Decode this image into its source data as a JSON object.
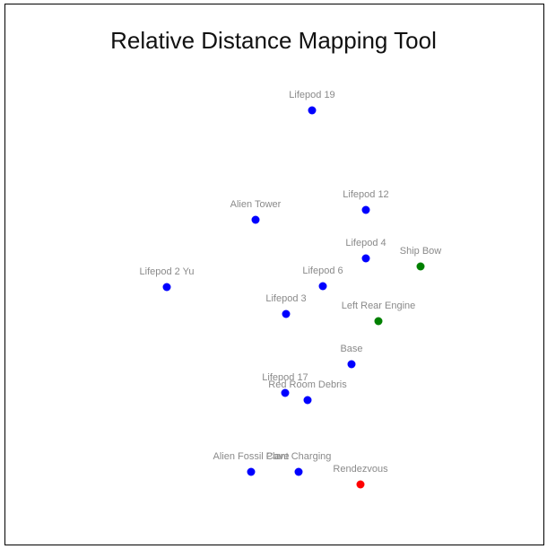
{
  "title": "Relative Distance Mapping Tool",
  "colors": {
    "blue": "#0000ff",
    "green": "#008000",
    "red": "#ff0000",
    "label": "#8a8a8a"
  },
  "points": [
    {
      "name": "Lifepod 19",
      "color": "blue"
    },
    {
      "name": "Alien Tower",
      "color": "blue"
    },
    {
      "name": "Lifepod 12",
      "color": "blue"
    },
    {
      "name": "Lifepod 4",
      "color": "blue"
    },
    {
      "name": "Ship Bow",
      "color": "green"
    },
    {
      "name": "Lifepod 2 Yu",
      "color": "blue"
    },
    {
      "name": "Lifepod 6",
      "color": "blue"
    },
    {
      "name": "Lifepod 3",
      "color": "blue"
    },
    {
      "name": "Left Rear Engine",
      "color": "green"
    },
    {
      "name": "Base",
      "color": "blue"
    },
    {
      "name": "Lifepod 17",
      "color": "blue"
    },
    {
      "name": "Red Room Debris",
      "color": "blue"
    },
    {
      "name": "Alien Fossil Cave",
      "color": "blue"
    },
    {
      "name": "Plant Charging",
      "color": "blue"
    },
    {
      "name": "Rendezvous",
      "color": "red"
    }
  ]
}
